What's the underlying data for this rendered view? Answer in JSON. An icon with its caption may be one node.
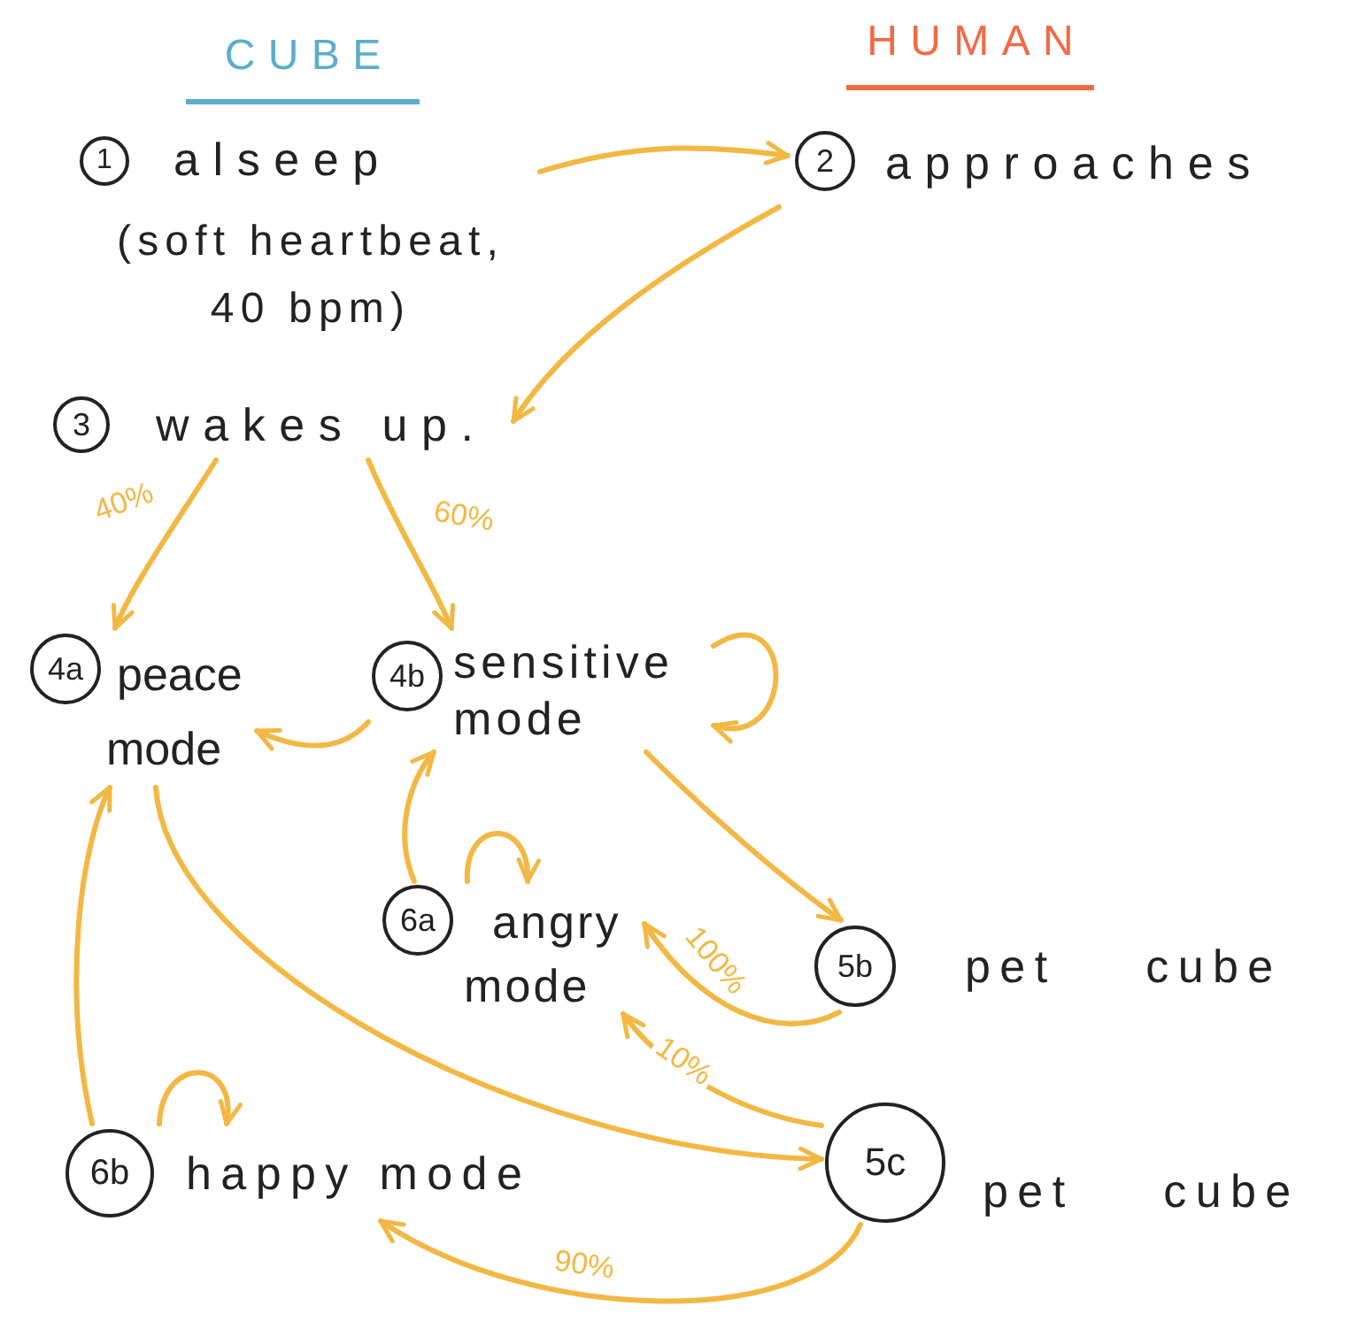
{
  "diagram": {
    "nodes": [
      {
        "text": [
          "1"
        ],
        "beside": [
          "alseep",
          "(soft heartbeat, 40 bpm)"
        ]
      },
      {
        "text": [
          "2"
        ],
        "beside": [
          "approaches"
        ]
      },
      {
        "text": [
          "3"
        ],
        "beside": [
          "wakes up."
        ]
      },
      {
        "text": [
          "4a"
        ],
        "beside": [
          "peace mode"
        ]
      },
      {
        "text": [
          "4b"
        ],
        "beside": [
          "sensitive mode"
        ]
      },
      {
        "text": [
          "6a"
        ],
        "beside": [
          "angry mode"
        ]
      },
      {
        "text": [
          "5b"
        ],
        "beside": [
          "pet cube"
        ]
      },
      {
        "text": [
          "6b"
        ],
        "beside": [
          "happy mode"
        ]
      },
      {
        "text": [
          "5c"
        ],
        "beside": [
          "pet cube"
        ]
      }
    ],
    "edges": [
      {
        "from": 0,
        "to": 1,
        "arrow": "to"
      },
      {
        "from": 1,
        "to": 2,
        "arrow": "to"
      },
      {
        "from": 2,
        "to": 3,
        "arrow": "to",
        "label": "40%"
      },
      {
        "from": 2,
        "to": 4,
        "arrow": "to",
        "label": "60%"
      },
      {
        "from": 4,
        "to": 3,
        "arrow": "to"
      },
      {
        "from": 4,
        "to": 4,
        "arrow": "to"
      },
      {
        "from": 4,
        "to": 6,
        "arrow": "to"
      },
      {
        "from": 5,
        "to": 4,
        "arrow": "to"
      },
      {
        "from": 5,
        "to": 5,
        "arrow": "to"
      },
      {
        "from": 6,
        "to": 5,
        "arrow": "to",
        "label": "100%"
      },
      {
        "from": 8,
        "to": 5,
        "arrow": "to",
        "label": "10%"
      },
      {
        "from": 3,
        "to": 8,
        "arrow": "to"
      },
      {
        "from": 7,
        "to": 3,
        "arrow": "to"
      },
      {
        "from": 7,
        "to": 7,
        "arrow": "to"
      },
      {
        "from": 8,
        "to": 7,
        "arrow": "to",
        "label": "90%"
      }
    ],
    "labels": [
      "CUBE",
      "HUMAN"
    ]
  }
}
